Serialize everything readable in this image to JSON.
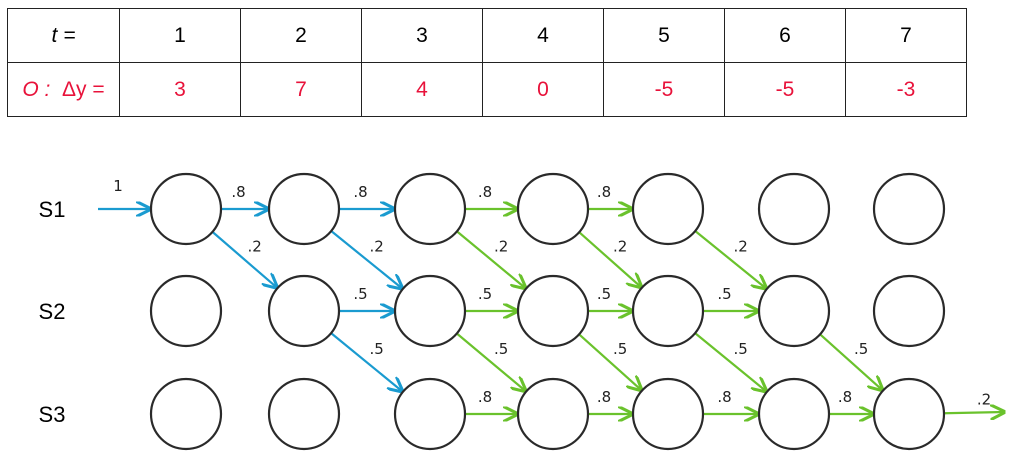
{
  "table": {
    "time_header": "t =",
    "obs_header_O": "O :",
    "obs_header_dy": "Δy =",
    "t": [
      "1",
      "2",
      "3",
      "4",
      "5",
      "6",
      "7"
    ],
    "dy": [
      "3",
      "7",
      "4",
      "0",
      "-5",
      "-5",
      "-3"
    ]
  },
  "states": [
    "S1",
    "S2",
    "S3"
  ],
  "colors": {
    "blue": "#1a9bd0",
    "green": "#6ac22c",
    "red": "#e8123a"
  },
  "edges": [
    {
      "from": "start",
      "to": "S1-1",
      "label": "1",
      "color": "blue"
    },
    {
      "from": "S1-1",
      "to": "S1-2",
      "label": ".8",
      "color": "blue"
    },
    {
      "from": "S1-1",
      "to": "S2-2",
      "label": ".2",
      "color": "blue"
    },
    {
      "from": "S1-2",
      "to": "S1-3",
      "label": ".8",
      "color": "blue"
    },
    {
      "from": "S1-2",
      "to": "S2-3",
      "label": ".2",
      "color": "blue"
    },
    {
      "from": "S2-2",
      "to": "S2-3",
      "label": ".5",
      "color": "blue"
    },
    {
      "from": "S2-2",
      "to": "S3-3",
      "label": ".5",
      "color": "blue"
    },
    {
      "from": "S1-3",
      "to": "S1-4",
      "label": ".8",
      "color": "green"
    },
    {
      "from": "S1-3",
      "to": "S2-4",
      "label": ".2",
      "color": "green"
    },
    {
      "from": "S2-3",
      "to": "S2-4",
      "label": ".5",
      "color": "green"
    },
    {
      "from": "S2-3",
      "to": "S3-4",
      "label": ".5",
      "color": "green"
    },
    {
      "from": "S3-3",
      "to": "S3-4",
      "label": ".8",
      "color": "green"
    },
    {
      "from": "S1-4",
      "to": "S1-5",
      "label": ".8",
      "color": "green"
    },
    {
      "from": "S1-4",
      "to": "S2-5",
      "label": ".2",
      "color": "green"
    },
    {
      "from": "S2-4",
      "to": "S2-5",
      "label": ".5",
      "color": "green"
    },
    {
      "from": "S2-4",
      "to": "S3-5",
      "label": ".5",
      "color": "green"
    },
    {
      "from": "S3-4",
      "to": "S3-5",
      "label": ".8",
      "color": "green"
    },
    {
      "from": "S1-5",
      "to": "S2-6",
      "label": ".2",
      "color": "green"
    },
    {
      "from": "S2-5",
      "to": "S2-6",
      "label": ".5",
      "color": "green"
    },
    {
      "from": "S2-5",
      "to": "S3-6",
      "label": ".5",
      "color": "green"
    },
    {
      "from": "S3-5",
      "to": "S3-6",
      "label": ".8",
      "color": "green"
    },
    {
      "from": "S2-6",
      "to": "S3-7",
      "label": ".5",
      "color": "green"
    },
    {
      "from": "S3-6",
      "to": "S3-7",
      "label": ".8",
      "color": "green"
    },
    {
      "from": "S3-7",
      "to": "end",
      "label": ".2",
      "color": "green"
    }
  ]
}
